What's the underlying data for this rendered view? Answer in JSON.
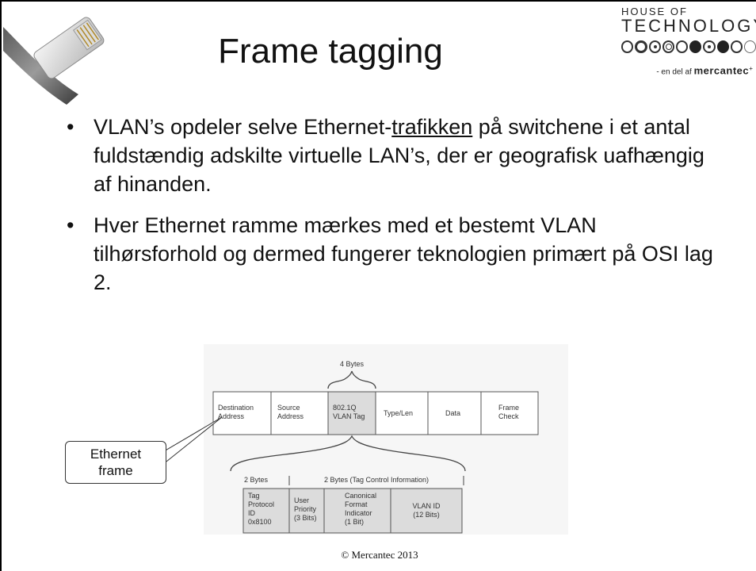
{
  "title": "Frame tagging",
  "logo": {
    "line1": "HOUSE OF",
    "line2": "TECHNOLOGY",
    "brand_prefix": "- en del af ",
    "brand_name": "mercantec"
  },
  "bullets": {
    "b1_pre": "VLAN’s opdeler selve Ethernet-",
    "b1_underlined": "trafikken",
    "b1_post": " på switchene i et antal fuldstændig adskilte virtuelle LAN’s, der er geografisk uafhængig af hinanden.",
    "b2": "Hver Ethernet ramme mærkes med et bestemt VLAN tilhørsforhold og dermed fungerer teknologien primært på OSI lag 2."
  },
  "callout": {
    "line1": "Ethernet",
    "line2": "frame"
  },
  "diagram": {
    "top_brace_label": "4 Bytes",
    "frame_fields": [
      [
        "Destination",
        "Address"
      ],
      [
        "Source",
        "Address"
      ],
      [
        "802.1Q",
        "VLAN Tag"
      ],
      [
        "Type/Len"
      ],
      [
        "Data"
      ],
      [
        "Frame",
        "Check"
      ]
    ],
    "left_label": "2 Bytes",
    "right_label": "2 Bytes (Tag Control Information)",
    "tag_fields": [
      [
        "Tag",
        "Protocol",
        "ID",
        "0x8100"
      ],
      [
        "User",
        "Priority",
        "(3 Bits)"
      ],
      [
        "Canonical",
        "Format",
        "Indicator",
        "(1 Bit)"
      ],
      [
        "VLAN ID",
        "(12 Bits)"
      ]
    ]
  },
  "footer": "© Mercantec 2013"
}
